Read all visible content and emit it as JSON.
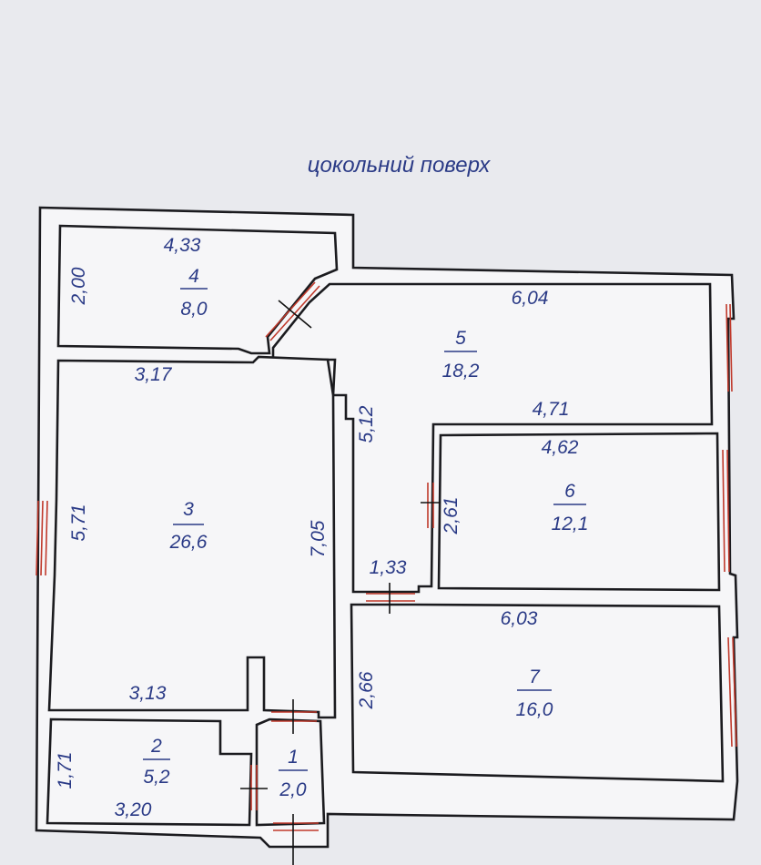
{
  "title": "цокольний поверх",
  "rooms": [
    {
      "number": "1",
      "area": "2,0"
    },
    {
      "number": "2",
      "area": "5,2"
    },
    {
      "number": "3",
      "area": "26,6"
    },
    {
      "number": "4",
      "area": "8,0"
    },
    {
      "number": "5",
      "area": "18,2"
    },
    {
      "number": "6",
      "area": "12,1"
    },
    {
      "number": "7",
      "area": "16,0"
    }
  ],
  "dimensions": {
    "room4_top": "4,33",
    "room4_left": "2,00",
    "room5_top": "6,04",
    "room3_top": "3,17",
    "room5_right_lower": "4,71",
    "room5_left": "5,12",
    "room6_top": "4,62",
    "room6_left": "2,61",
    "room3_left": "5,71",
    "room3_right": "7,05",
    "corridor_width": "1,33",
    "room7_top": "6,03",
    "room7_left": "2,66",
    "room3_bottom": "3,13",
    "room2_left": "1,71",
    "room2_bottom": "3,20"
  }
}
